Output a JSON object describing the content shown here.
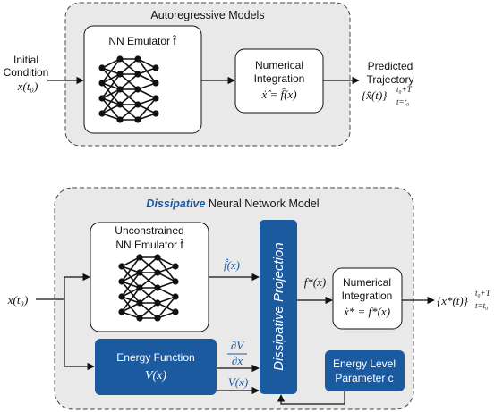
{
  "top_panel": {
    "title": "Autoregressive Models",
    "input_label_line1": "Initial",
    "input_label_line2": "Condition",
    "input_math": "x(t₀)",
    "emulator_label": "NN Emulator f̂",
    "integration_line1": "Numerical",
    "integration_line2": "Integration",
    "integration_math": "ẋ̂ = f̂(x)",
    "output_line1": "Predicted",
    "output_line2": "Trajectory",
    "output_math": "{x̂(t)}",
    "output_sup": "t₀+T",
    "output_sub": "t=t₀"
  },
  "bottom_panel": {
    "title_emphasis": "Dissipative",
    "title_rest": " Neural Network Model",
    "input_math": "x(t₀)",
    "emulator_line1": "Unconstrained",
    "emulator_line2": "NN Emulator f̂",
    "f_hat_edge": "f̂(x)",
    "energy_function_label": "Energy Function",
    "energy_function_math": "V(x)",
    "gradient_num": "∂V",
    "gradient_den": "∂x",
    "v_edge": "V(x)",
    "projection_label": "Dissipative Projection",
    "f_star_edge": "f*(x)",
    "integration_line1": "Numerical",
    "integration_line2": "Integration",
    "integration_math": "ẋ* = f*(x)",
    "energy_level_line1": "Energy Level",
    "energy_level_line2": "Parameter c",
    "output_math": "{x*(t)}",
    "output_sup": "t₀+T",
    "output_sub": "t=t₀"
  },
  "colors": {
    "accent_blue": "#1c5aa0",
    "panel_fill": "#e9e9e9",
    "panel_stroke": "#444444"
  },
  "icons": [
    "neural-network-icon"
  ]
}
